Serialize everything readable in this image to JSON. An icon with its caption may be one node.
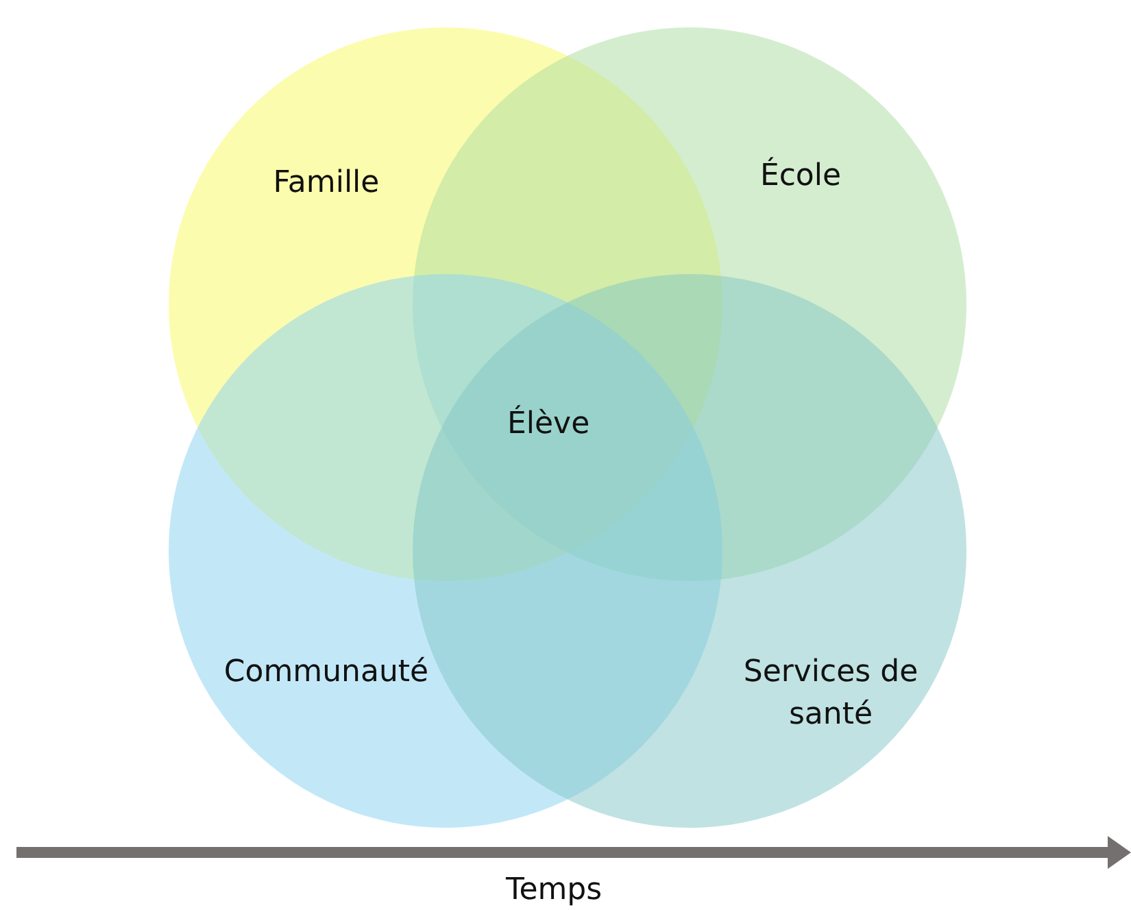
{
  "diagram": {
    "nodes": [
      {
        "text": [
          "Famille"
        ]
      },
      {
        "text": [
          "École"
        ]
      },
      {
        "text": [
          "Communauté"
        ]
      },
      {
        "text": [
          "Services de santé"
        ]
      }
    ],
    "labels": [
      "Élève",
      "Temps"
    ]
  }
}
